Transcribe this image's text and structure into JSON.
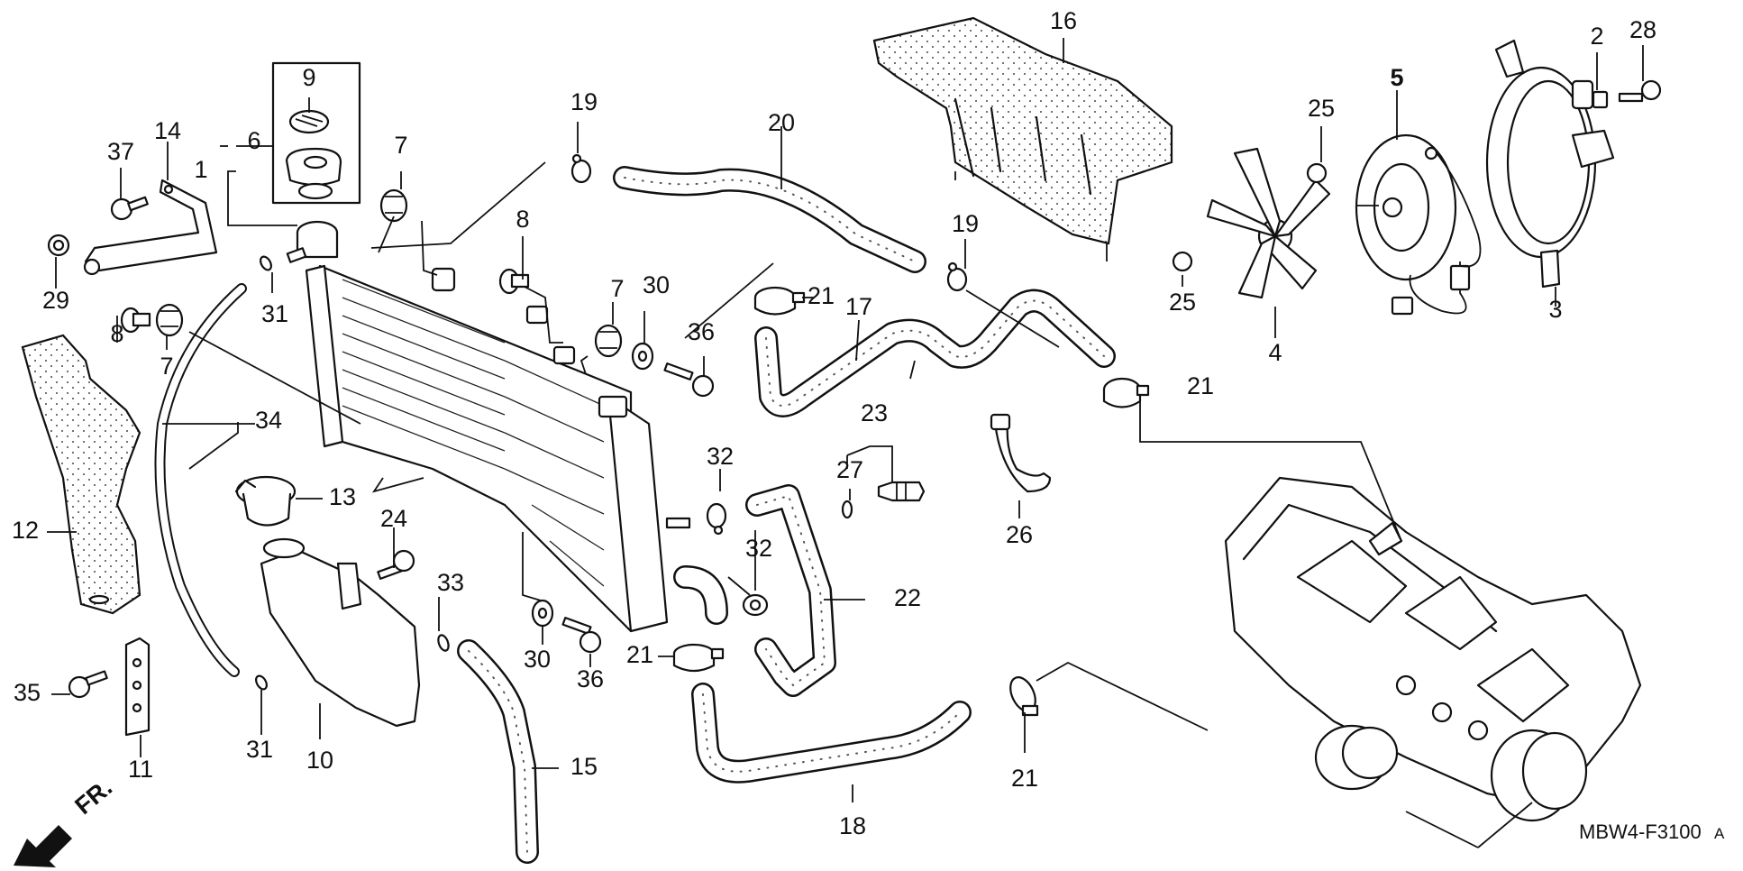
{
  "diagram": {
    "title": "Radiator / Cooling System Parts Diagram",
    "code": "MBW4-F3100",
    "code_suffix": "A",
    "direction_marker": "FR.",
    "callouts": {
      "c1": "1",
      "c2": "2",
      "c3": "3",
      "c4": "4",
      "c5": "5",
      "c6": "6",
      "c7a": "7",
      "c7b": "7",
      "c7c": "7",
      "c8a": "8",
      "c8b": "8",
      "c9": "9",
      "c10": "10",
      "c11": "11",
      "c12": "12",
      "c13": "13",
      "c14": "14",
      "c15": "15",
      "c16": "16",
      "c17": "17",
      "c18": "18",
      "c19a": "19",
      "c19b": "19",
      "c20": "20",
      "c21a": "21",
      "c21b": "21",
      "c21c": "21",
      "c21d": "21",
      "c22": "22",
      "c23": "23",
      "c24": "24",
      "c25a": "25",
      "c25b": "25",
      "c26": "26",
      "c27": "27",
      "c28": "28",
      "c29": "29",
      "c30a": "30",
      "c30b": "30",
      "c31a": "31",
      "c31b": "31",
      "c32a": "32",
      "c32b": "32",
      "c33": "33",
      "c34": "34",
      "c35": "35",
      "c36a": "36",
      "c36b": "36",
      "c37": "37"
    }
  }
}
